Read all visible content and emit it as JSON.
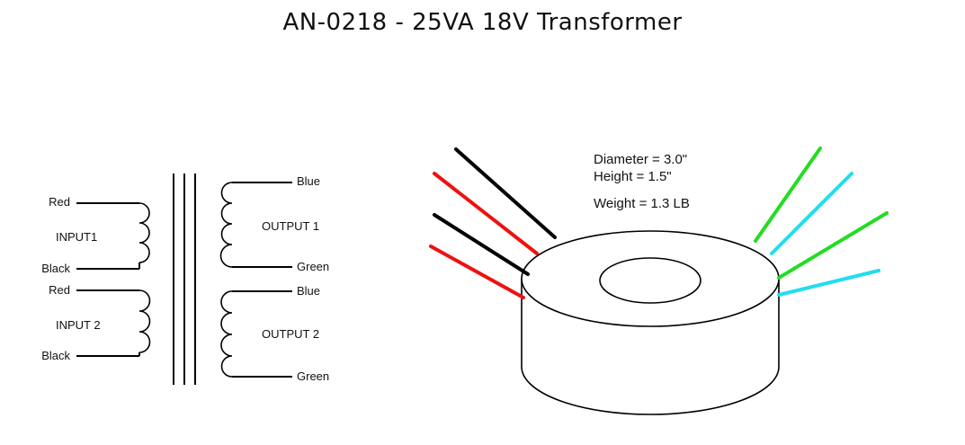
{
  "title": "AN-0218 - 25VA 18V Transformer",
  "schematic": {
    "input1": {
      "label": "INPUT1",
      "top_wire": "Red",
      "bottom_wire": "Black"
    },
    "input2": {
      "label": "INPUT 2",
      "top_wire": "Red",
      "bottom_wire": "Black"
    },
    "output1": {
      "label": "OUTPUT 1",
      "top_wire": "Blue",
      "bottom_wire": "Green"
    },
    "output2": {
      "label": "OUTPUT 2",
      "top_wire": "Blue",
      "bottom_wire": "Green"
    }
  },
  "specs": {
    "diameter": "Diameter = 3.0\"",
    "height": "Height = 1.5\"",
    "weight": "Weight = 1.3 LB"
  },
  "colors": {
    "red": "#ee1111",
    "black": "#000000",
    "green": "#22dd22",
    "cyan": "#22ddee"
  }
}
